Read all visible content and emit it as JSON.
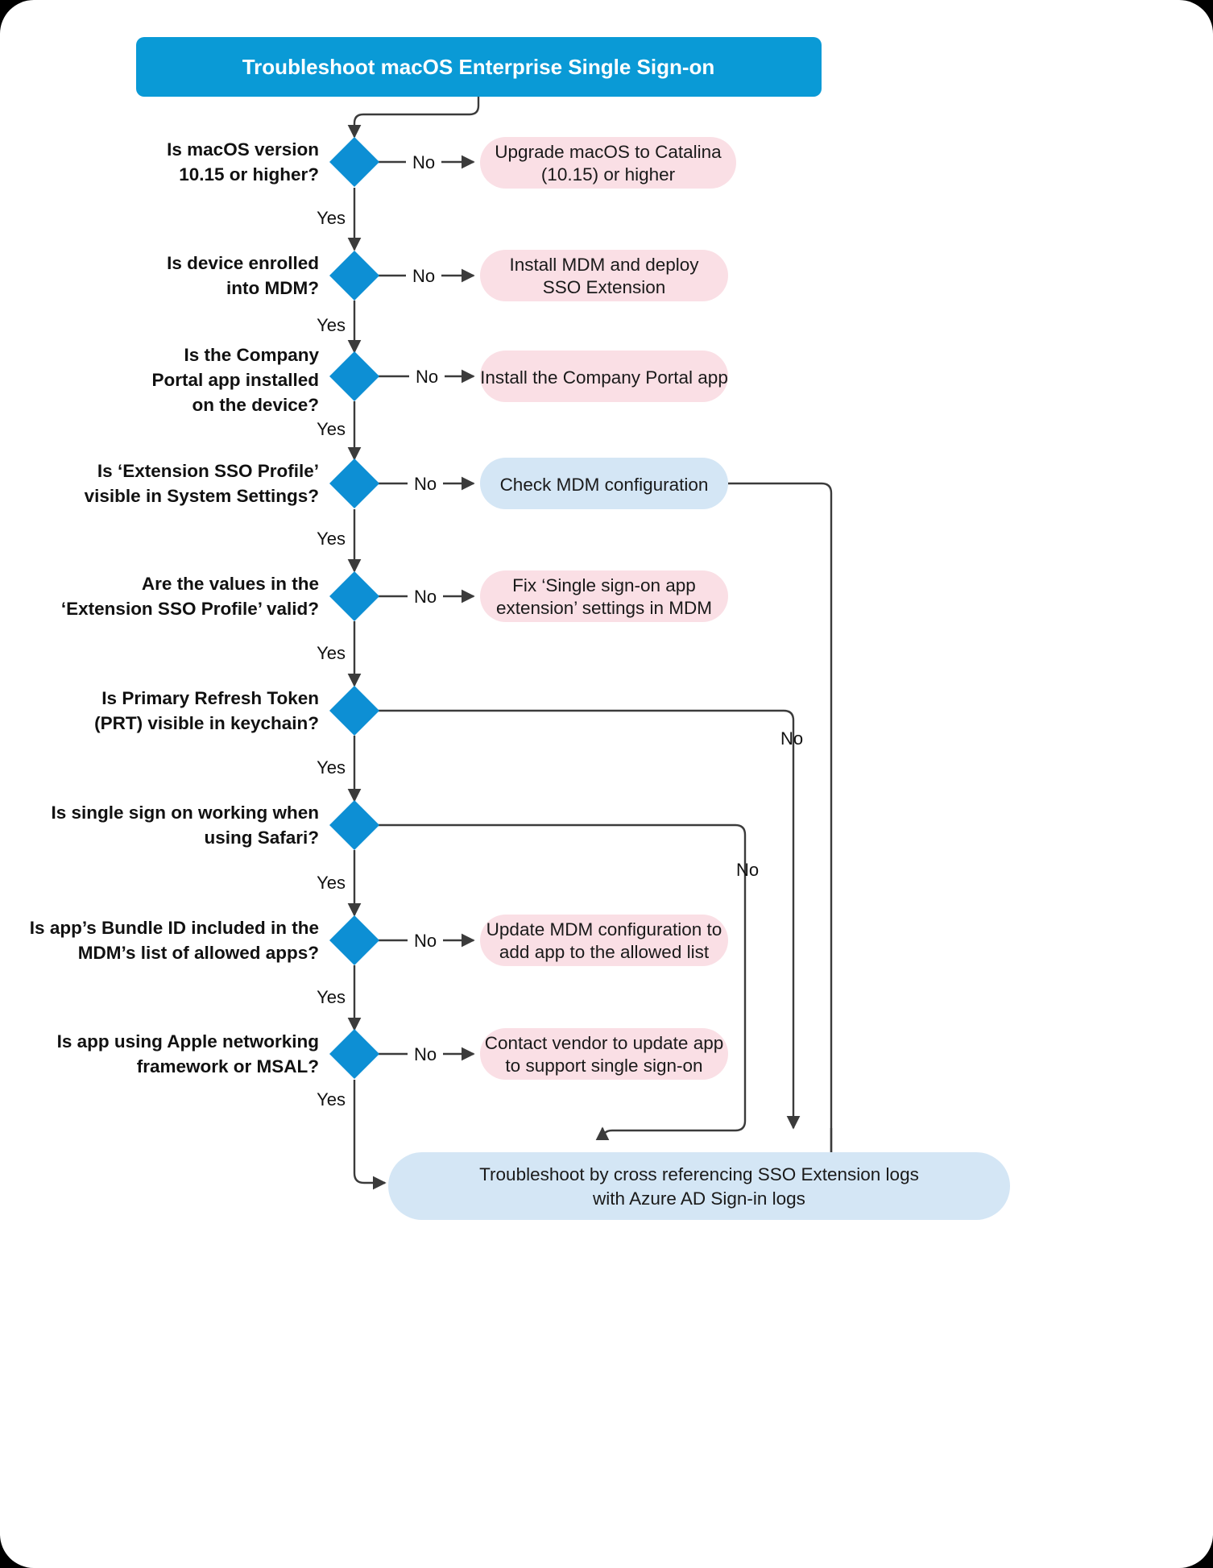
{
  "diagram": {
    "type": "flowchart",
    "title": "Troubleshoot macOS Enterprise Single Sign-on",
    "colors": {
      "title_fill": "#0a9ad6",
      "decision_fill": "#0d8fd4",
      "action_pink": "#fadfe5",
      "action_blue": "#d4e6f5",
      "line": "#3b3b3b",
      "page_bg": "#ffffff",
      "outer_bg": "#000000"
    },
    "edge_labels": {
      "yes": "Yes",
      "no": "No"
    },
    "decisions": [
      {
        "id": "d1",
        "label_lines": [
          "Is macOS version",
          "10.15 or higher?"
        ]
      },
      {
        "id": "d2",
        "label_lines": [
          "Is device enrolled",
          "into MDM?"
        ]
      },
      {
        "id": "d3",
        "label_lines": [
          "Is the Company",
          "Portal app installed",
          "on the device?"
        ]
      },
      {
        "id": "d4",
        "label_lines": [
          "Is ‘Extension SSO Profile’",
          "visible in System Settings?"
        ]
      },
      {
        "id": "d5",
        "label_lines": [
          "Are the values in the",
          "‘Extension SSO Profile’ valid?"
        ]
      },
      {
        "id": "d6",
        "label_lines": [
          "Is Primary Refresh Token",
          "(PRT) visible in keychain?"
        ]
      },
      {
        "id": "d7",
        "label_lines": [
          "Is single sign on working when",
          "using Safari?"
        ]
      },
      {
        "id": "d8",
        "label_lines": [
          "Is app’s Bundle ID included in the",
          "MDM’s list of allowed apps?"
        ]
      },
      {
        "id": "d9",
        "label_lines": [
          "Is app using Apple networking",
          "framework or MSAL?"
        ]
      }
    ],
    "actions": [
      {
        "id": "a1",
        "kind": "pink",
        "lines": [
          "Upgrade macOS to Catalina",
          "(10.15) or higher"
        ]
      },
      {
        "id": "a2",
        "kind": "pink",
        "lines": [
          "Install MDM and deploy",
          "SSO Extension"
        ]
      },
      {
        "id": "a3",
        "kind": "pink",
        "lines": [
          "Install the Company Portal app"
        ]
      },
      {
        "id": "a4",
        "kind": "blue",
        "lines": [
          "Check MDM configuration"
        ]
      },
      {
        "id": "a5",
        "kind": "pink",
        "lines": [
          "Fix ‘Single sign-on app",
          "extension’ settings in MDM"
        ]
      },
      {
        "id": "a6",
        "kind": "pink",
        "lines": [
          "Update MDM configuration to",
          "add app to the allowed list"
        ]
      },
      {
        "id": "a7",
        "kind": "pink",
        "lines": [
          "Contact vendor to update app",
          "to support single sign-on"
        ]
      },
      {
        "id": "a8",
        "kind": "blue",
        "lines": [
          "Troubleshoot by cross referencing SSO Extension logs",
          "with Azure AD Sign-in logs"
        ]
      }
    ]
  }
}
